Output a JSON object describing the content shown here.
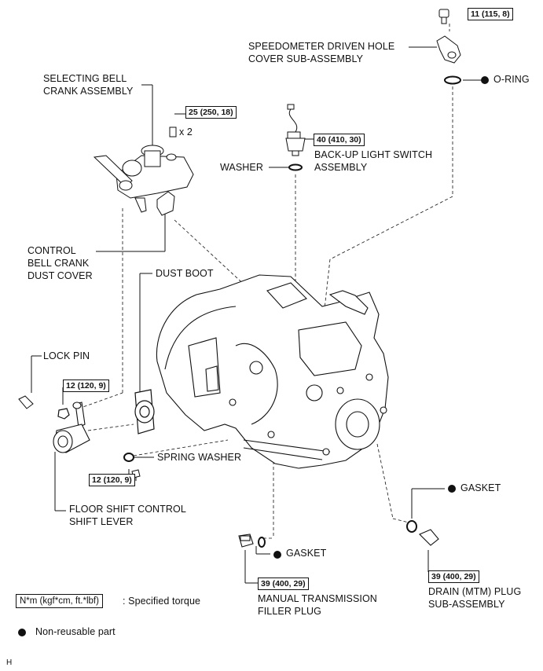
{
  "labels": {
    "speedometer_line1": "SPEEDOMETER DRIVEN HOLE",
    "speedometer_line2": "COVER SUB-ASSEMBLY",
    "o_ring": "O-RING",
    "selecting_line1": "SELECTING BELL",
    "selecting_line2": "CRANK ASSEMBLY",
    "x2": "x 2",
    "backup_line1": "BACK-UP LIGHT SWITCH",
    "backup_line2": "ASSEMBLY",
    "washer": "WASHER",
    "control_line1": "CONTROL",
    "control_line2": "BELL CRANK",
    "control_line3": "DUST COVER",
    "dust_boot": "DUST BOOT",
    "lock_pin": "LOCK PIN",
    "spring_washer": "SPRING WASHER",
    "floor_line1": "FLOOR SHIFT CONTROL",
    "floor_line2": "SHIFT LEVER",
    "gasket": "GASKET",
    "gasket_lower": "GASKET",
    "filler_line1": "MANUAL TRANSMISSION",
    "filler_line2": "FILLER PLUG",
    "drain_line1": "DRAIN (MTM) PLUG",
    "drain_line2": "SUB-ASSEMBLY"
  },
  "torques": {
    "speedometer": "11 (115, 8)",
    "bell_crank": "25 (250, 18)",
    "backup_switch": "40 (410, 30)",
    "lever_nut": "12 (120, 9)",
    "spring_washer_nut": "12 (120, 9)",
    "filler_plug": "39 (400, 29)",
    "drain_plug": "39 (400, 29)"
  },
  "legend": {
    "torque_box": "N*m (kgf*cm, ft.*lbf)",
    "torque_text": ": Specified torque",
    "nonreusable": "Non-reusable part"
  },
  "corner_code": "H"
}
